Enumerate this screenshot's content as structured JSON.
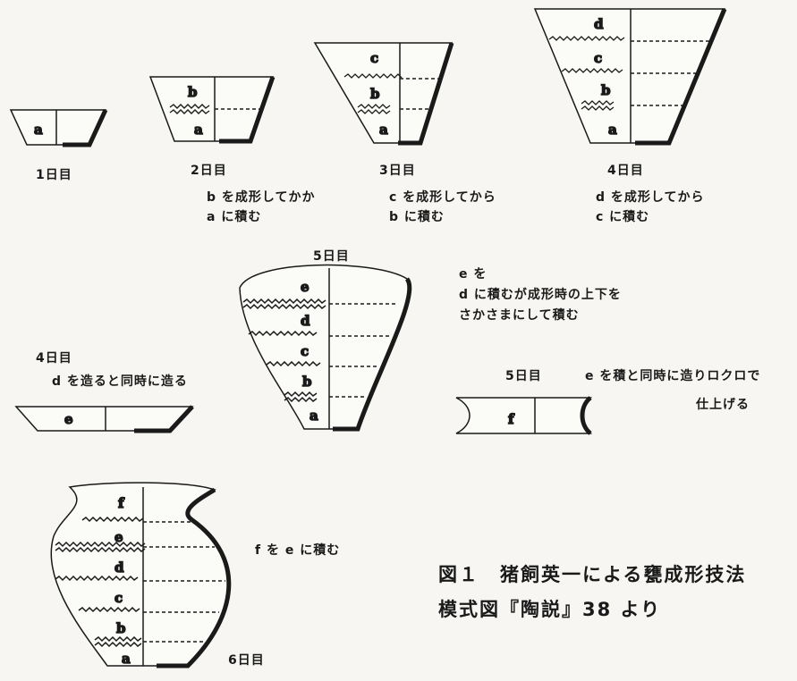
{
  "day_labels": {
    "day1": "1日目",
    "day2": "2日目",
    "day3": "3日目",
    "day4": "4日目",
    "day5": "5日目",
    "day4_rim": "4日目",
    "day5_rim": "5日目",
    "day6": "6日目"
  },
  "notes": {
    "day2_line1": "b を成形してかか",
    "day2_line2": "a に積む",
    "day3_line1": "c を成形してから",
    "day3_line2": "b に積む",
    "day4_line1": "d を成形してから",
    "day4_line2": "c に積む",
    "day5_line1": "e を",
    "day5_line2": "d に積むが成形時の上下を",
    "day5_line3": "さかさまにして積む",
    "day4_rim": "d を造ると同時に造る",
    "day5_rim_line1": "e を積と同時に造りロクロで",
    "day5_rim_line2": "仕上げる",
    "day6": "f を e に積む"
  },
  "segments": {
    "a": "a",
    "b": "b",
    "c": "c",
    "d": "d",
    "e": "e",
    "f": "f"
  },
  "caption": {
    "line1": "図１　猪飼英一による甕成形技法",
    "line2": "模式図『陶説』38 より"
  }
}
